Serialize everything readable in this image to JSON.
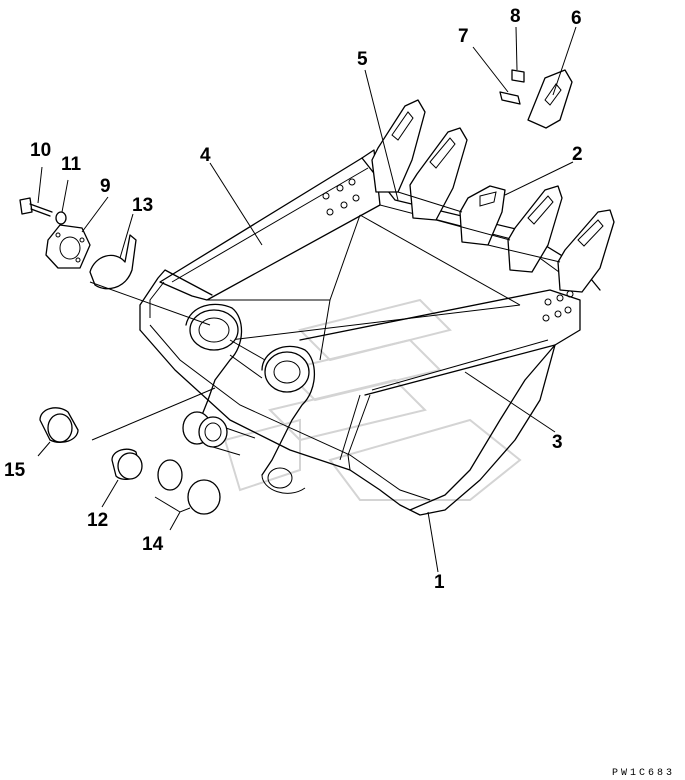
{
  "diagram": {
    "drawing_code": "PW1C683",
    "callouts": [
      "1",
      "2",
      "3",
      "4",
      "5",
      "6",
      "7",
      "8",
      "9",
      "10",
      "11",
      "12",
      "13",
      "14",
      "15"
    ]
  }
}
